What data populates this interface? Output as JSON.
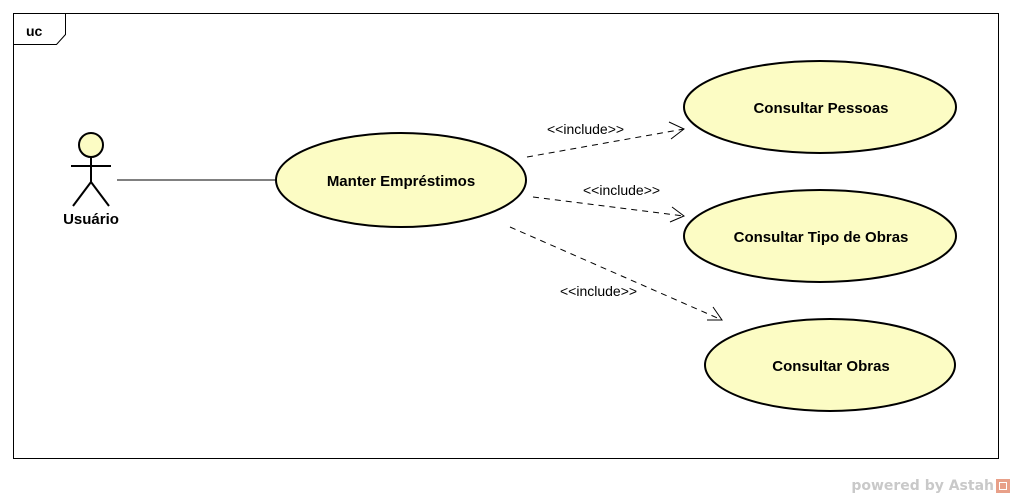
{
  "frame": {
    "label": "uc"
  },
  "actor": {
    "name": "Usuário"
  },
  "use_cases": {
    "main": "Manter Empréstimos",
    "pessoas": "Consultar Pessoas",
    "tipo_obras": "Consultar Tipo de Obras",
    "obras": "Consultar Obras"
  },
  "relations": {
    "include_1": "<<include>>",
    "include_2": "<<include>>",
    "include_3": "<<include>>"
  },
  "watermark": {
    "text": "powered by Astah"
  },
  "colors": {
    "use_case_fill": "#fcfcc4",
    "stroke": "#000000"
  }
}
